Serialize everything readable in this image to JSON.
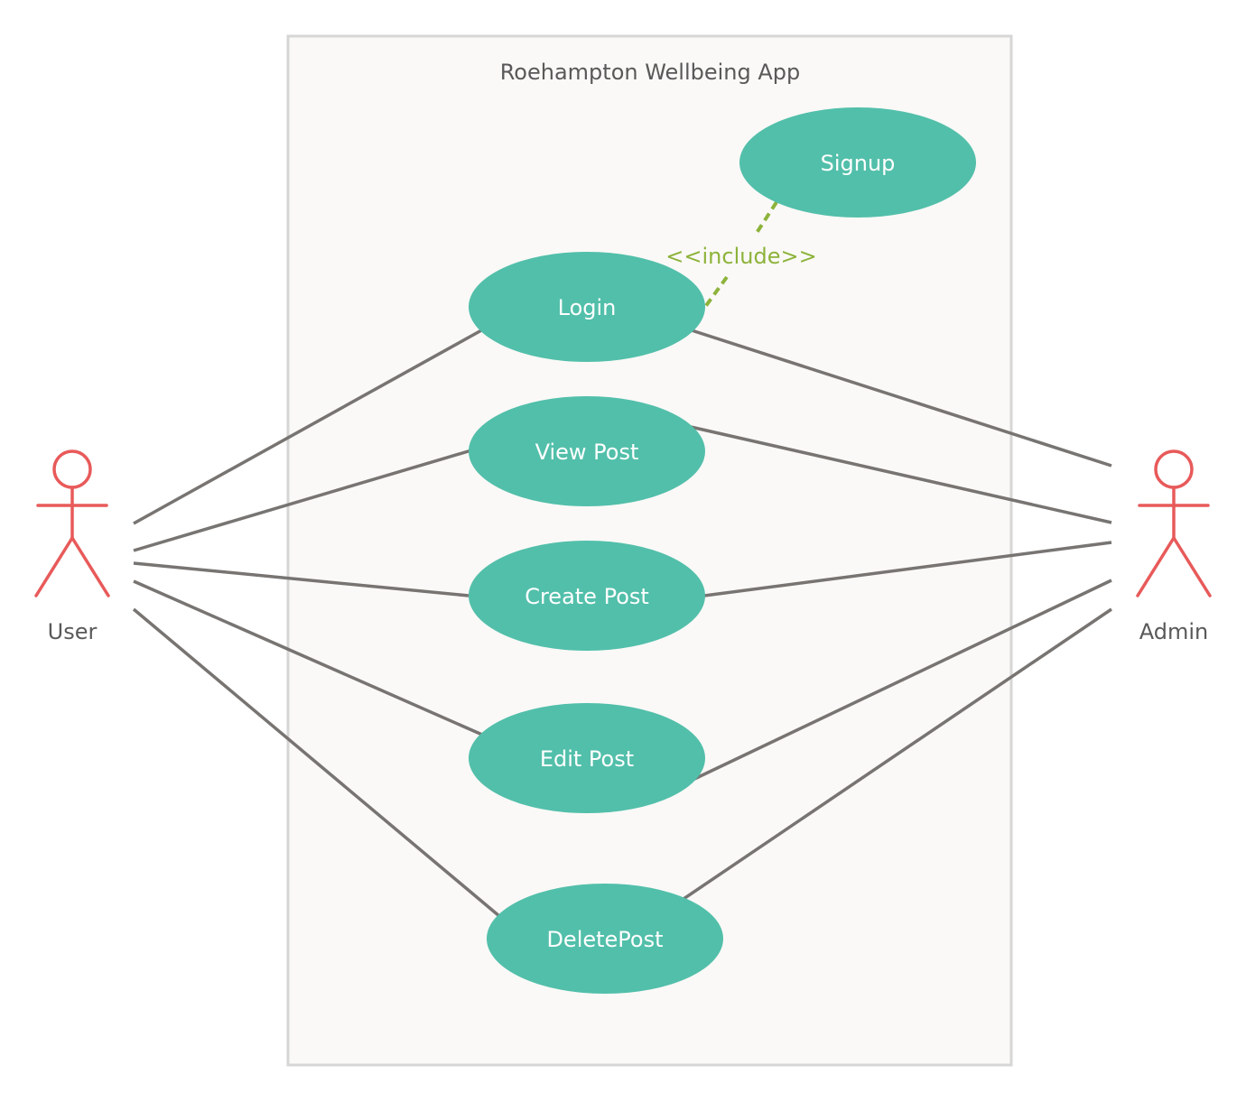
{
  "system": {
    "title": "Roehampton Wellbeing App"
  },
  "actors": {
    "user": {
      "label": "User"
    },
    "admin": {
      "label": "Admin"
    }
  },
  "use_cases": {
    "signup": "Signup",
    "login": "Login",
    "view_post": "View Post",
    "create_post": "Create Post",
    "edit_post": "Edit Post",
    "delete_post": "DeletePost"
  },
  "relationships": {
    "include_label": "<<include>>"
  },
  "colors": {
    "use_case_fill": "#52bfaa",
    "actor_stroke": "#e85a5a",
    "association_line": "#777472",
    "include_line": "#8db33b",
    "system_fill": "#faf9f7",
    "system_border": "#d6d6d6"
  }
}
